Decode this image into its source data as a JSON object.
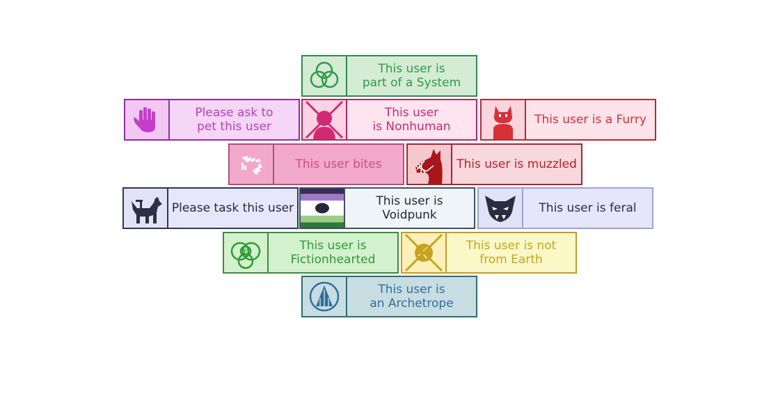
{
  "userboxes": [
    {
      "id": "system",
      "text": "This user is\npart of a System",
      "icon": "triple-circle-icon",
      "colors": {
        "border": "#2f8a4e",
        "bg": "#d3ecd3",
        "text": "#2f9a46",
        "icon_bg": "#d3ecd3",
        "icon": "#2f9a46"
      }
    },
    {
      "id": "pet",
      "text": "Please ask to\npet this user",
      "icon": "raised-hand-icon",
      "colors": {
        "border": "#8e2f9e",
        "bg": "#f6d6f6",
        "text": "#b73fc6",
        "icon_bg": "#f3c7f3",
        "icon": "#c43ec7"
      }
    },
    {
      "id": "nonhuman",
      "text": "This user\nis Nonhuman",
      "icon": "crossed-person-icon",
      "colors": {
        "border": "#b32566",
        "bg": "#fde4ef",
        "text": "#d12a72",
        "icon_bg": "#fbd3e4",
        "icon": "#d12a72"
      }
    },
    {
      "id": "furry",
      "text": "This user is a Furry",
      "icon": "furry-head-icon",
      "colors": {
        "border": "#b32a3a",
        "bg": "#fde4ea",
        "text": "#d63038",
        "icon_bg": "#fbd4de",
        "icon": "#d63038"
      }
    },
    {
      "id": "bites",
      "text": "This user bites",
      "icon": "bite-marks-icon",
      "colors": {
        "border": "#b24d7e",
        "bg": "#f1a8cb",
        "text": "#cc4f83",
        "icon_bg": "#f1a8cb",
        "icon": "#ffffff"
      }
    },
    {
      "id": "muzzled",
      "text": "This user is muzzled",
      "icon": "muzzled-animal-icon",
      "colors": {
        "border": "#a32630",
        "bg": "#f8d8dc",
        "text": "#b51f2b",
        "icon_bg": "#f5c8cd",
        "icon": "#a8161c"
      }
    },
    {
      "id": "task",
      "text": "Please task this user",
      "icon": "service-dog-icon",
      "colors": {
        "border": "#2f3656",
        "bg": "#e7e7fb",
        "text": "#26283a",
        "icon_bg": "#e2e2f7",
        "icon": "#2b2f48"
      }
    },
    {
      "id": "voidpunk",
      "text": "This user is Voidpunk",
      "icon": "voidpunk-flag-icon",
      "colors": {
        "border": "#3e4f6b",
        "bg": "#eef4f8",
        "text": "#23283a",
        "icon_bg": "#ffffff",
        "icon": "#26283a"
      }
    },
    {
      "id": "feral",
      "text": "This user is feral",
      "icon": "feral-cat-icon",
      "colors": {
        "border": "#9e9fd6",
        "bg": "#e6e6fa",
        "text": "#2a2c40",
        "icon_bg": "#e2e2f7",
        "icon": "#2a2c40"
      }
    },
    {
      "id": "fictionhearted",
      "text": "This user is\nFictionhearted",
      "icon": "fiction-symbol-icon",
      "colors": {
        "border": "#3a8d3a",
        "bg": "#d3f1cc",
        "text": "#2e9a36",
        "icon_bg": "#d3f1cc",
        "icon": "#2e9a36"
      }
    },
    {
      "id": "earth",
      "text": "This user is not\nfrom Earth",
      "icon": "crossed-earth-icon",
      "colors": {
        "border": "#c89a20",
        "bg": "#fbf8c8",
        "text": "#c7a41e",
        "icon_bg": "#fbf0b8",
        "icon": "#c7a41e"
      }
    },
    {
      "id": "archetrope",
      "text": "This user is\nan Archetrope",
      "icon": "archetrope-symbol-icon",
      "colors": {
        "border": "#2e6b72",
        "bg": "#c7dde2",
        "text": "#2f6f9c",
        "icon_bg": "#c7dde2",
        "icon": "#2f6f9c"
      }
    }
  ]
}
